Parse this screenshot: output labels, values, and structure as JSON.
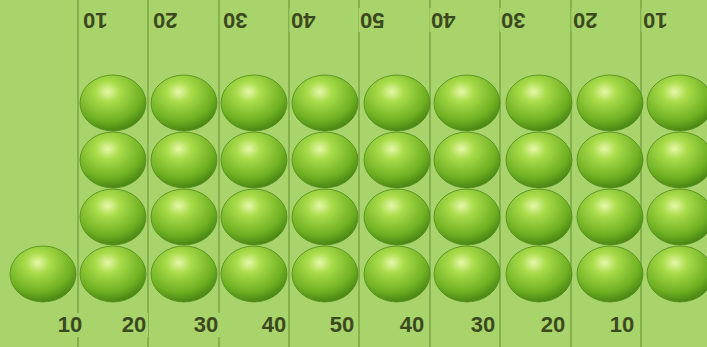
{
  "diagram": {
    "labels": [
      "10",
      "20",
      "30",
      "40",
      "50",
      "40",
      "30",
      "20",
      "10",
      "10",
      "20",
      "30",
      "40",
      "50",
      "40",
      "30",
      "20",
      "10"
    ]
  }
}
